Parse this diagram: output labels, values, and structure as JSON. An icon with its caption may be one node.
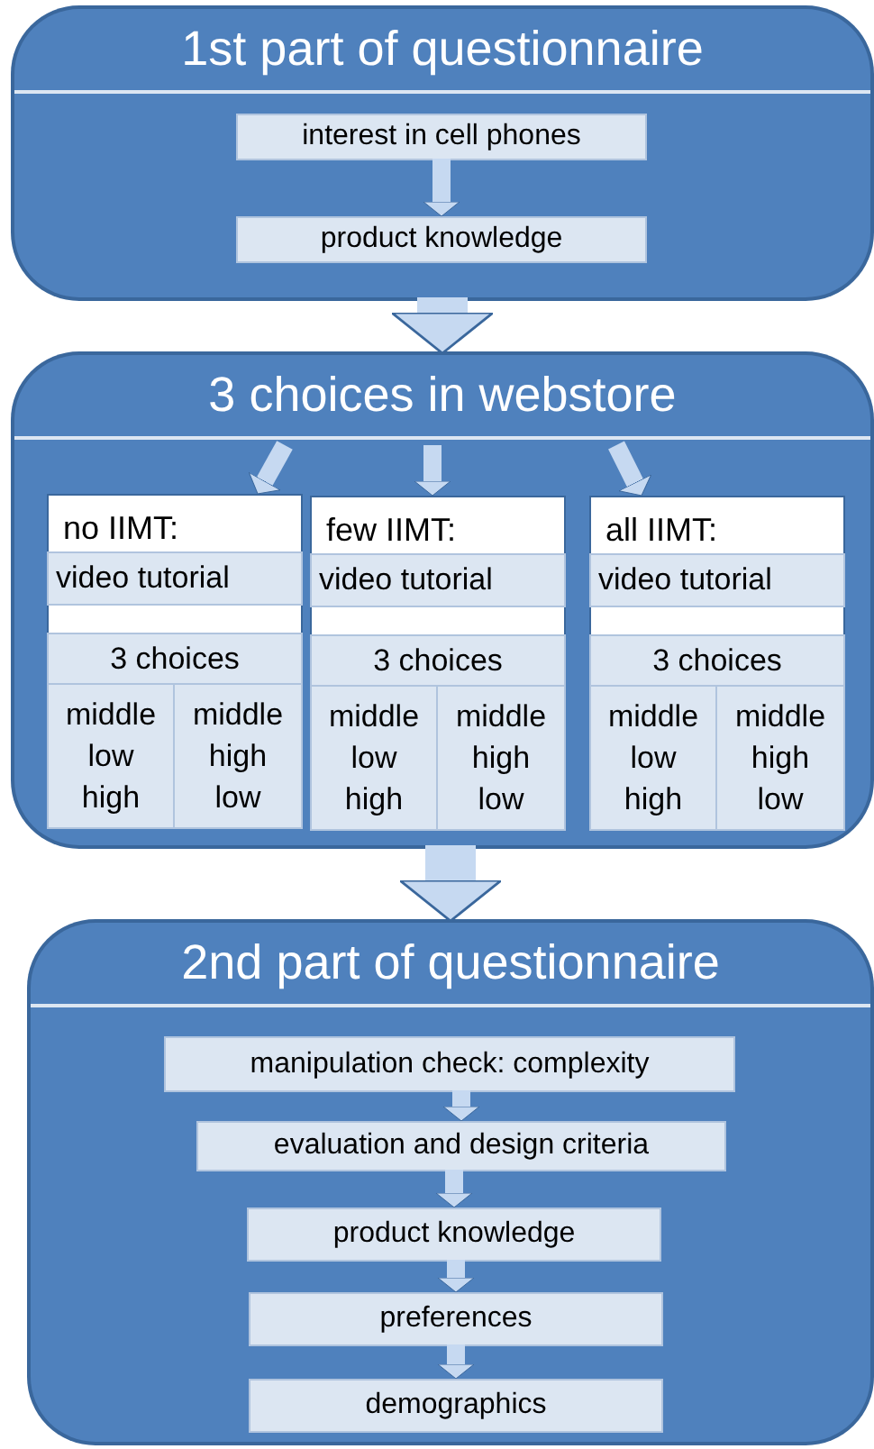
{
  "diagram": {
    "nodes": [
      {
        "text": [
          "1st part of questionnaire"
        ]
      },
      {
        "text": [
          "interest in cell phones"
        ],
        "in": 0
      },
      {
        "text": [
          "product knowledge"
        ],
        "in": 0
      },
      {
        "text": [
          "3 choices in webstore"
        ]
      },
      {
        "text": [
          "no IIMT:"
        ],
        "in": 3
      },
      {
        "text": [
          "video tutorial"
        ],
        "in": 4
      },
      {
        "text": [
          "3 choices"
        ],
        "in": 4
      },
      {
        "text": [
          "middle low high"
        ],
        "in": 4
      },
      {
        "text": [
          "middle high low"
        ],
        "in": 4
      },
      {
        "text": [
          "few IIMT:"
        ],
        "in": 3
      },
      {
        "text": [
          "video tutorial"
        ],
        "in": 9
      },
      {
        "text": [
          "3 choices"
        ],
        "in": 9
      },
      {
        "text": [
          "middle low high"
        ],
        "in": 9
      },
      {
        "text": [
          "middle high low"
        ],
        "in": 9
      },
      {
        "text": [
          "all IIMT:"
        ],
        "in": 3
      },
      {
        "text": [
          "video tutorial"
        ],
        "in": 14
      },
      {
        "text": [
          "3 choices"
        ],
        "in": 14
      },
      {
        "text": [
          "middle low high"
        ],
        "in": 14
      },
      {
        "text": [
          "middle high low"
        ],
        "in": 14
      },
      {
        "text": [
          "2nd part of questionnaire"
        ]
      },
      {
        "text": [
          "manipulation check: complexity"
        ],
        "in": 19
      },
      {
        "text": [
          "evaluation and design criteria"
        ],
        "in": 19
      },
      {
        "text": [
          "product knowledge"
        ],
        "in": 19
      },
      {
        "text": [
          "preferences"
        ],
        "in": 19
      },
      {
        "text": [
          "demographics"
        ],
        "in": 19
      }
    ],
    "edges": [
      {
        "from": 1,
        "to": 2,
        "arrow": "to"
      },
      {
        "from": 0,
        "to": 3,
        "arrow": "to",
        "style": "thick"
      },
      {
        "from": null,
        "to": 4,
        "arrow": "to"
      },
      {
        "from": null,
        "to": 9,
        "arrow": "to"
      },
      {
        "from": null,
        "to": 14,
        "arrow": "to"
      },
      {
        "from": 3,
        "to": 19,
        "arrow": "to",
        "style": "thick"
      },
      {
        "from": 20,
        "to": 21,
        "arrow": "to"
      },
      {
        "from": 21,
        "to": 22,
        "arrow": "to"
      },
      {
        "from": 22,
        "to": 23,
        "arrow": "to"
      },
      {
        "from": 23,
        "to": 24,
        "arrow": "to"
      }
    ]
  }
}
